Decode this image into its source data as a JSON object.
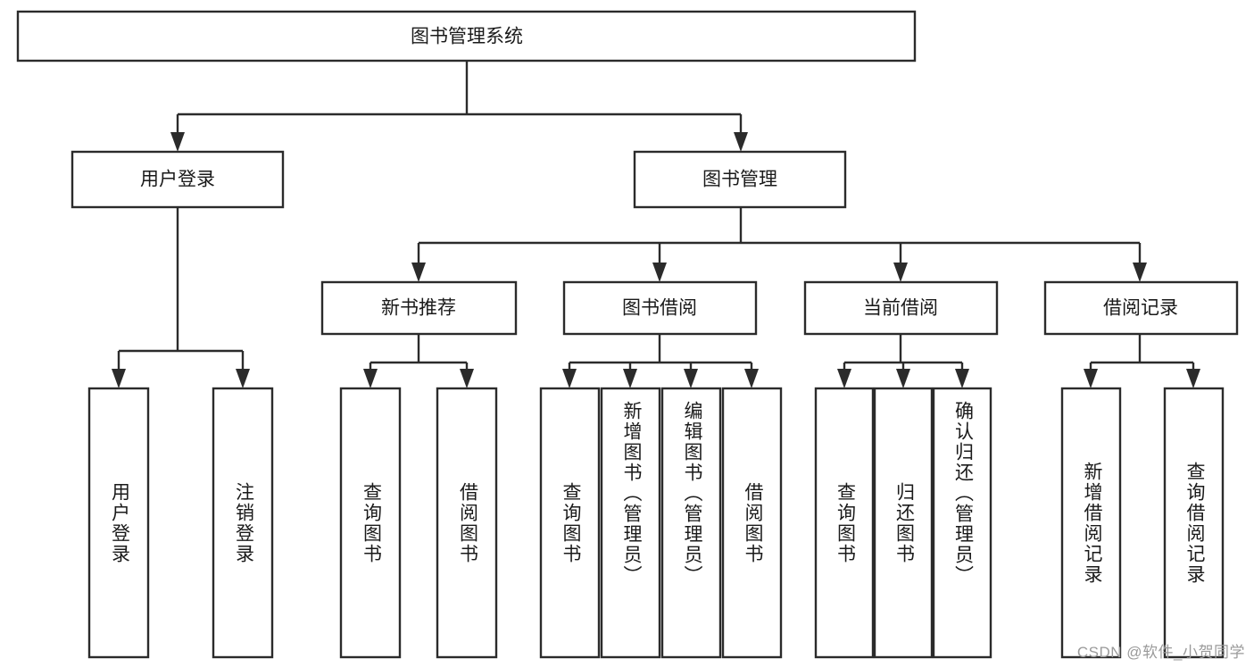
{
  "diagram": {
    "type": "tree-hierarchy-diagram",
    "root": {
      "id": "root",
      "label": "图书管理系统"
    },
    "level2": [
      {
        "id": "user-login",
        "label": "用户登录"
      },
      {
        "id": "book-manage",
        "label": "图书管理"
      }
    ],
    "level3": [
      {
        "id": "new-book-recommend",
        "label": "新书推荐",
        "parent": "book-manage"
      },
      {
        "id": "book-borrow",
        "label": "图书借阅",
        "parent": "book-manage"
      },
      {
        "id": "current-borrow",
        "label": "当前借阅",
        "parent": "book-manage"
      },
      {
        "id": "borrow-record",
        "label": "借阅记录",
        "parent": "book-manage"
      }
    ],
    "leaves": [
      {
        "id": "leaf-user-login",
        "label": "用户登录",
        "parent": "user-login"
      },
      {
        "id": "leaf-logout-login",
        "label": "注销登录",
        "parent": "user-login"
      },
      {
        "id": "leaf-query-book-1",
        "label": "查询图书",
        "parent": "new-book-recommend"
      },
      {
        "id": "leaf-borrow-book-1",
        "label": "借阅图书",
        "parent": "new-book-recommend"
      },
      {
        "id": "leaf-query-book-2",
        "label": "查询图书",
        "parent": "book-borrow"
      },
      {
        "id": "leaf-add-book",
        "label": "新增图书（管理员）",
        "parent": "book-borrow"
      },
      {
        "id": "leaf-edit-book",
        "label": "编辑图书（管理员）",
        "parent": "book-borrow"
      },
      {
        "id": "leaf-borrow-book-2",
        "label": "借阅图书",
        "parent": "book-borrow"
      },
      {
        "id": "leaf-query-book-3",
        "label": "查询图书",
        "parent": "current-borrow"
      },
      {
        "id": "leaf-return-book",
        "label": "归还图书",
        "parent": "current-borrow"
      },
      {
        "id": "leaf-confirm-return",
        "label": "确认归还（管理员）",
        "parent": "current-borrow"
      },
      {
        "id": "leaf-add-record",
        "label": "新增借阅记录",
        "parent": "borrow-record"
      },
      {
        "id": "leaf-query-record",
        "label": "查询借阅记录",
        "parent": "borrow-record"
      }
    ],
    "colors": {
      "box_stroke": "#2b2b2b",
      "box_fill": "#ffffff",
      "connector": "#2b2b2b",
      "text": "#1a1a1a",
      "background": "#ffffff",
      "watermark": "#9a9a9a"
    }
  },
  "watermark": {
    "text": "CSDN @软件_小贺同学"
  }
}
